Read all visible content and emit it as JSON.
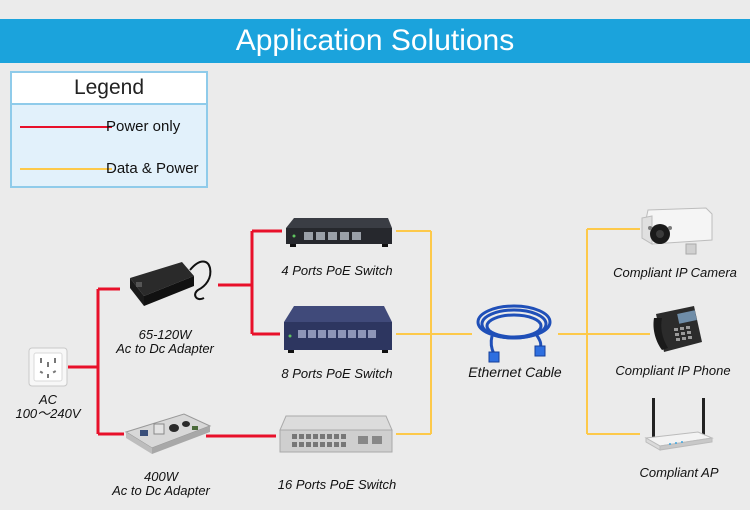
{
  "title": "Application Solutions",
  "legend": {
    "title": "Legend",
    "items": [
      {
        "label": "Power only",
        "color": "#e8102a"
      },
      {
        "label": "Data & Power",
        "color": "#fdc94a"
      }
    ]
  },
  "colors": {
    "power": "#e8102a",
    "data": "#fdc94a",
    "banner": "#1ba3dc"
  },
  "nodes": {
    "ac": {
      "label": "AC",
      "sub": "100～240V"
    },
    "adapter_small": {
      "label": "65-120W",
      "sub": "Ac to Dc Adapter"
    },
    "adapter_large": {
      "label": "400W",
      "sub": "Ac to Dc Adapter"
    },
    "switch4": {
      "label": "4 Ports PoE Switch"
    },
    "switch8": {
      "label": "8 Ports PoE Switch"
    },
    "switch16": {
      "label": "16 Ports PoE Switch"
    },
    "cable": {
      "label": "Ethernet Cable"
    },
    "camera": {
      "label": "Compliant IP Camera"
    },
    "phone": {
      "label": "Compliant IP Phone"
    },
    "ap": {
      "label": "Compliant  AP"
    }
  }
}
